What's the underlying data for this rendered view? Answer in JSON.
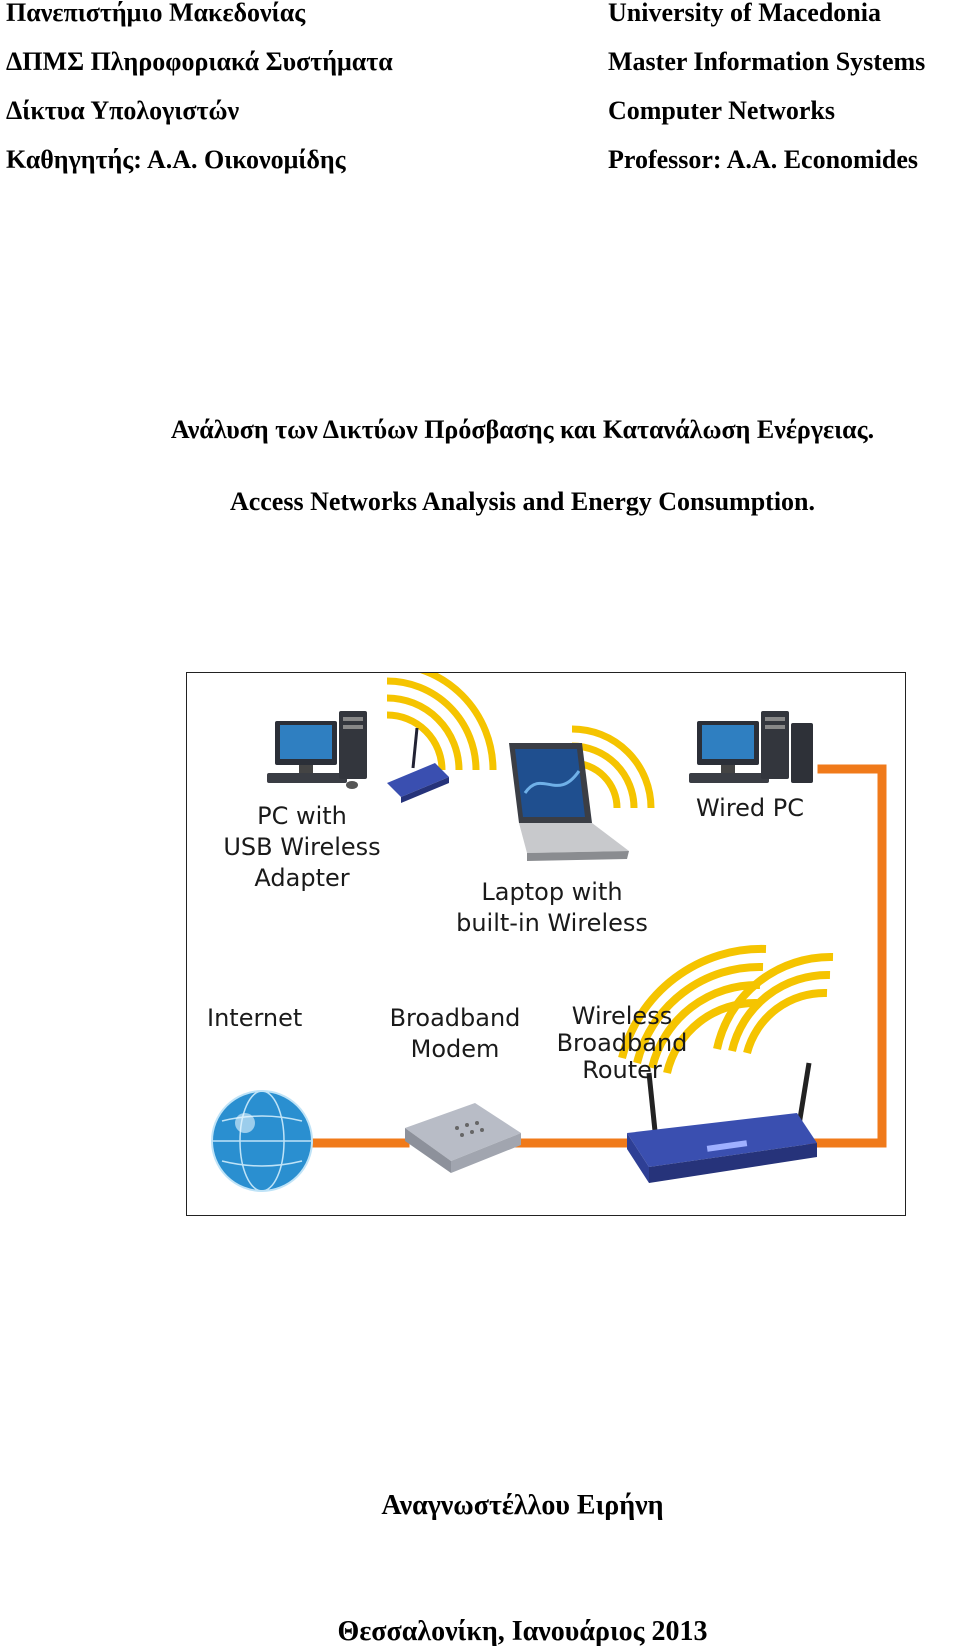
{
  "header_left": [
    "Πανεπιστήμιο Μακεδονίας",
    "ΔΠΜΣ Πληροφοριακά Συστήματα",
    "Δίκτυα Υπολογιστών",
    "Καθηγητής: Α.Α. Οικονομίδης"
  ],
  "header_right": [
    "University of Macedonia",
    "Master Information Systems",
    "Computer Networks",
    "Professor: A.A. Economides"
  ],
  "title_greek": "Ανάλυση των Δικτύων Πρόσβασης και Κατανάλωση Ενέργειας.",
  "title_english": "Access Networks Analysis and Energy Consumption.",
  "figure": {
    "labels": {
      "pc_usb": [
        "PC with",
        "USB Wireless",
        "Adapter"
      ],
      "wired_pc": [
        "Wired PC"
      ],
      "laptop": [
        "Laptop with",
        "built-in Wireless"
      ],
      "internet": [
        "Internet"
      ],
      "modem": [
        "Broadband",
        "Modem"
      ],
      "router": [
        "Wireless",
        "Broadband",
        "Router"
      ]
    },
    "colors": {
      "cable": "#f07a1a",
      "wifi": "#f5c400",
      "router": "#3a4fb0",
      "globe": "#2a8fd0"
    }
  },
  "author": "Αναγνωστέλλου Ειρήνη",
  "place_date": "Θεσσαλονίκη, Ιανουάριος 2013"
}
